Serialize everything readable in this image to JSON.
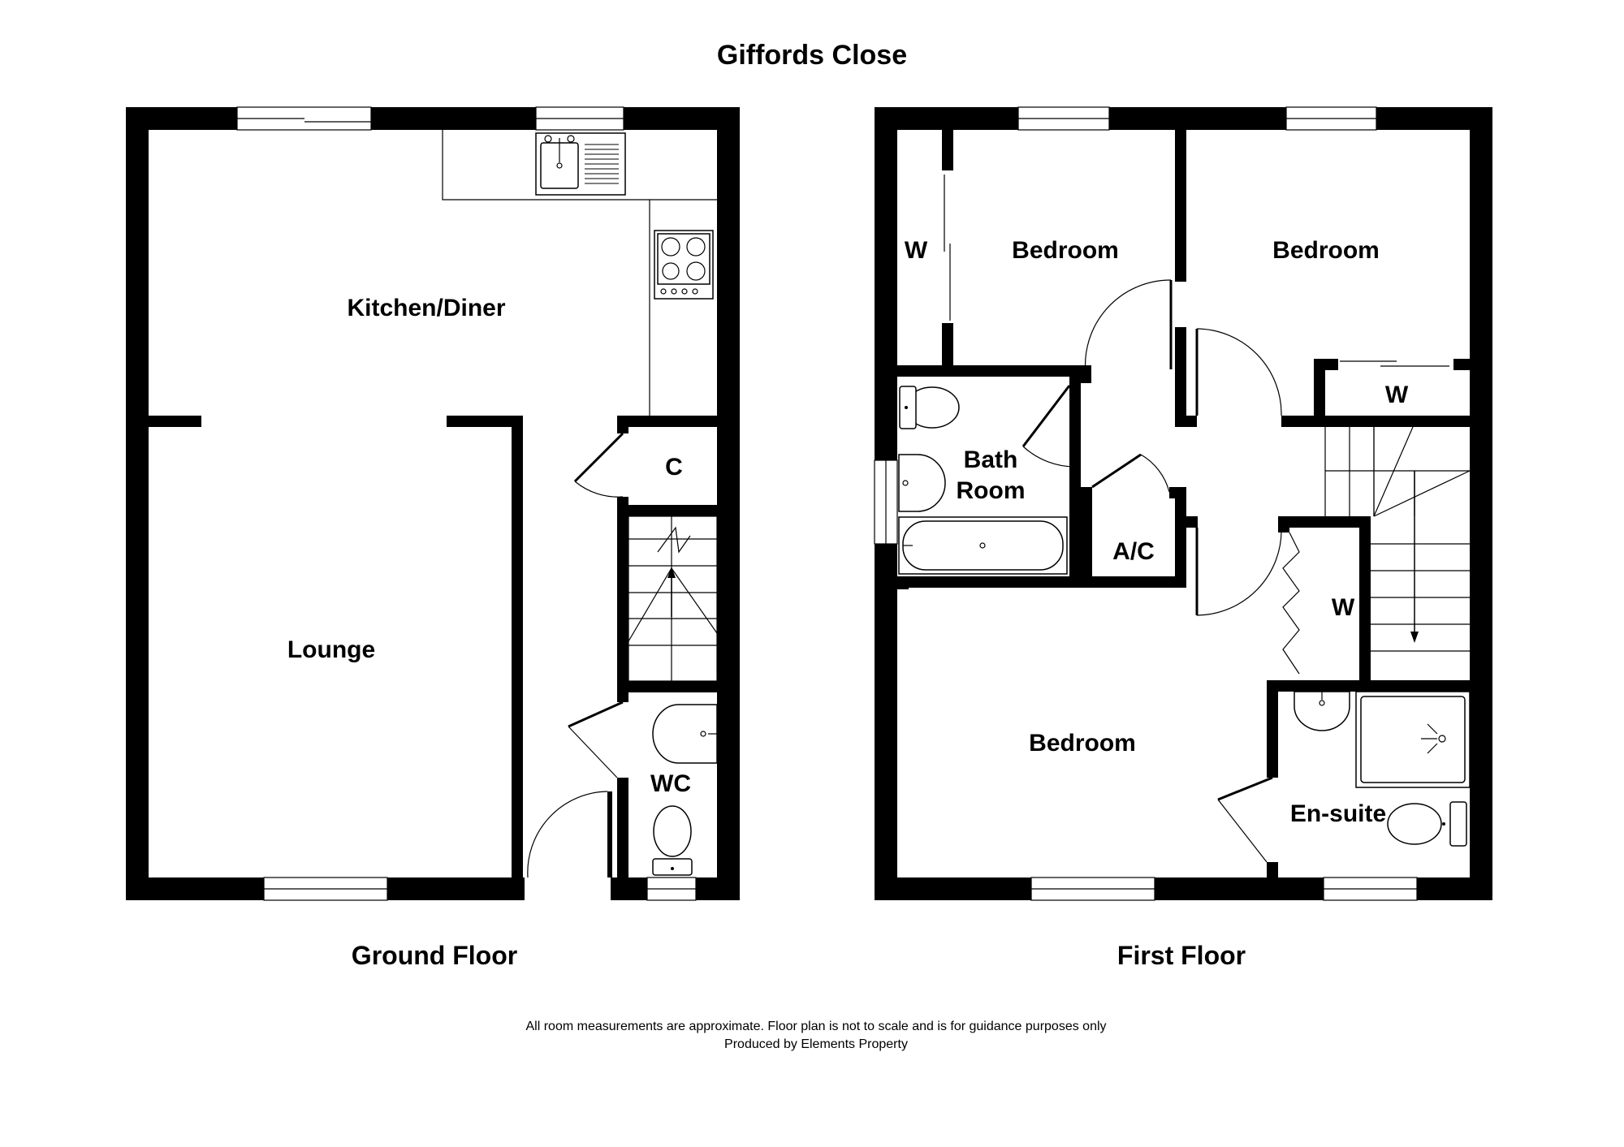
{
  "title": "Giffords Close",
  "floors": {
    "ground": "Ground Floor",
    "first": "First Floor"
  },
  "rooms": {
    "kitchen_diner": "Kitchen/Diner",
    "lounge": "Lounge",
    "cupboard": "C",
    "wc": "WC",
    "wardrobe_1": "W",
    "bedroom_1": "Bedroom",
    "bedroom_2": "Bedroom",
    "wardrobe_2": "W",
    "bathroom_line1": "Bath",
    "bathroom_line2": "Room",
    "airing_cupboard": "A/C",
    "wardrobe_3": "W",
    "bedroom_3": "Bedroom",
    "ensuite": "En-suite"
  },
  "footer": {
    "line1": "All room measurements are approximate. Floor plan is not to scale and is for guidance purposes only",
    "line2": "Produced by Elements Property"
  }
}
